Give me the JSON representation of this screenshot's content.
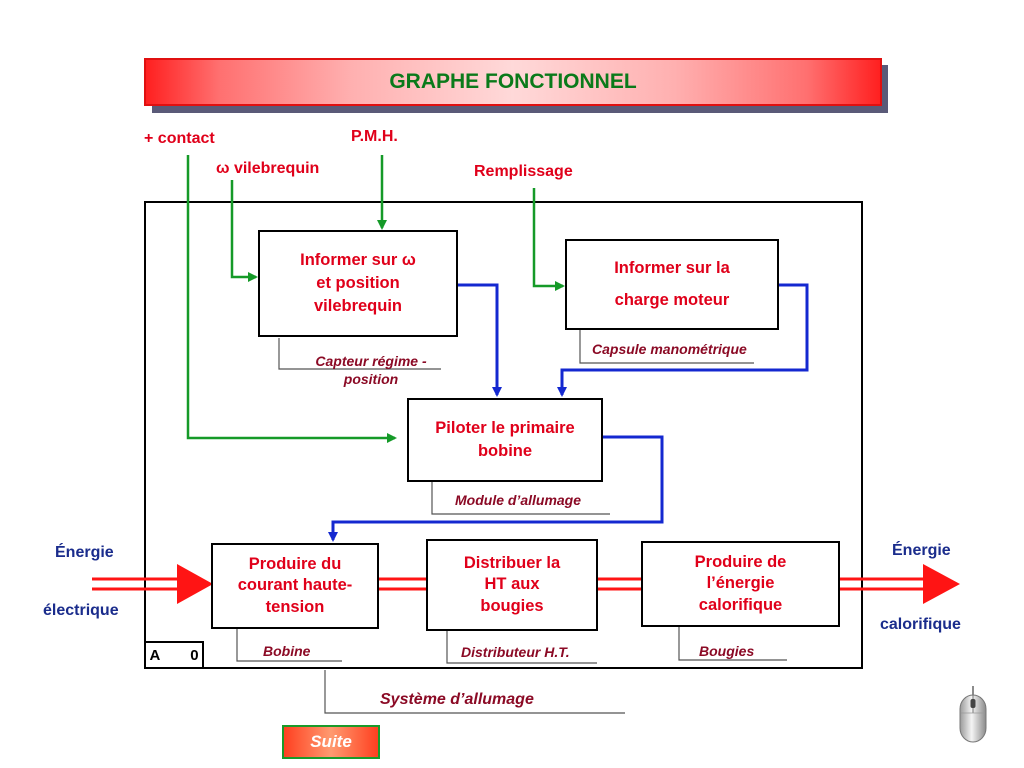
{
  "title": "GRAPHE FONCTIONNEL",
  "inputs": {
    "contact": "+ contact",
    "omega": "ω vilebrequin",
    "pmh": "P.M.H.",
    "remplissage": "Remplissage"
  },
  "functions": {
    "informer_omega": "Informer sur ω\net position\nvilebrequin",
    "informer_charge": "Informer sur la\ncharge moteur",
    "piloter": "Piloter le primaire\nbobine",
    "produire_ht": "Produire du\ncourant haute-\ntension",
    "distribuer": "Distribuer la\nHT aux\nbougies",
    "produire_energie": "Produire de\nl’énergie\ncalorifique"
  },
  "supports": {
    "capteur": "Capteur régime -\nposition",
    "capsule": "Capsule manométrique",
    "module": "Module d’allumage",
    "bobine": "Bobine",
    "distributeur": "Distributeur H.T.",
    "bougies": "Bougies",
    "systeme": "Système d’allumage"
  },
  "energy": {
    "in_line1": "Énergie",
    "in_line2": "électrique",
    "out_line1": "Énergie",
    "out_line2": "calorifique"
  },
  "node_id": "A   0",
  "suite_label": "Suite",
  "colors": {
    "green": "#159a28",
    "blue": "#1428d0",
    "red_flow": "#ff1414",
    "title_text": "#0a7a1a",
    "support_text": "#8b0a25"
  },
  "icons": {
    "corner": "mouse-icon"
  }
}
